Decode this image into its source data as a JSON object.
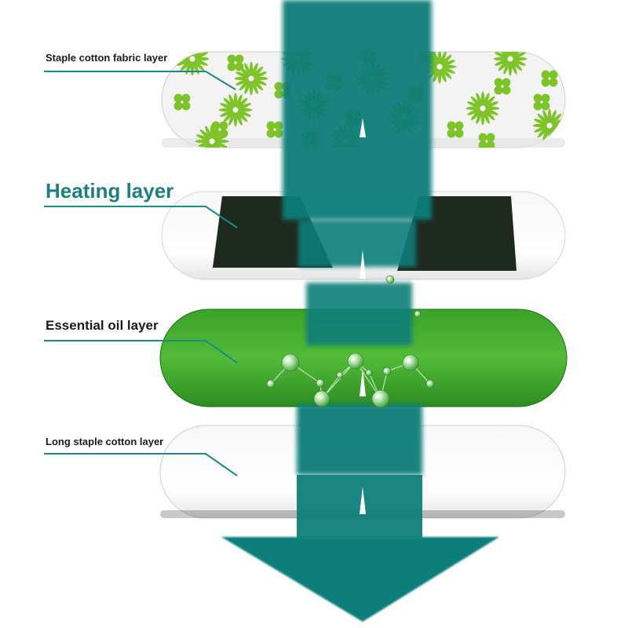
{
  "labels": {
    "fabric": "Staple cotton fabric layer",
    "heating": "Heating layer",
    "oil": "Essential oil layer",
    "cotton": "Long staple cotton layer"
  },
  "colors": {
    "arrow": "#0f7e79",
    "leader_line": "#1d8a86",
    "oil_green": "#47b232",
    "flower_green": "#7ec32a",
    "heating_pad": "#1f2a1f",
    "accent_heading": "#1d7f7f"
  },
  "layers": [
    {
      "id": "fabric",
      "pattern": "flower-print"
    },
    {
      "id": "heating",
      "pattern": "two-black-pads"
    },
    {
      "id": "oil",
      "pattern": "molecule-droplets"
    },
    {
      "id": "cotton",
      "pattern": "plain-white"
    }
  ]
}
